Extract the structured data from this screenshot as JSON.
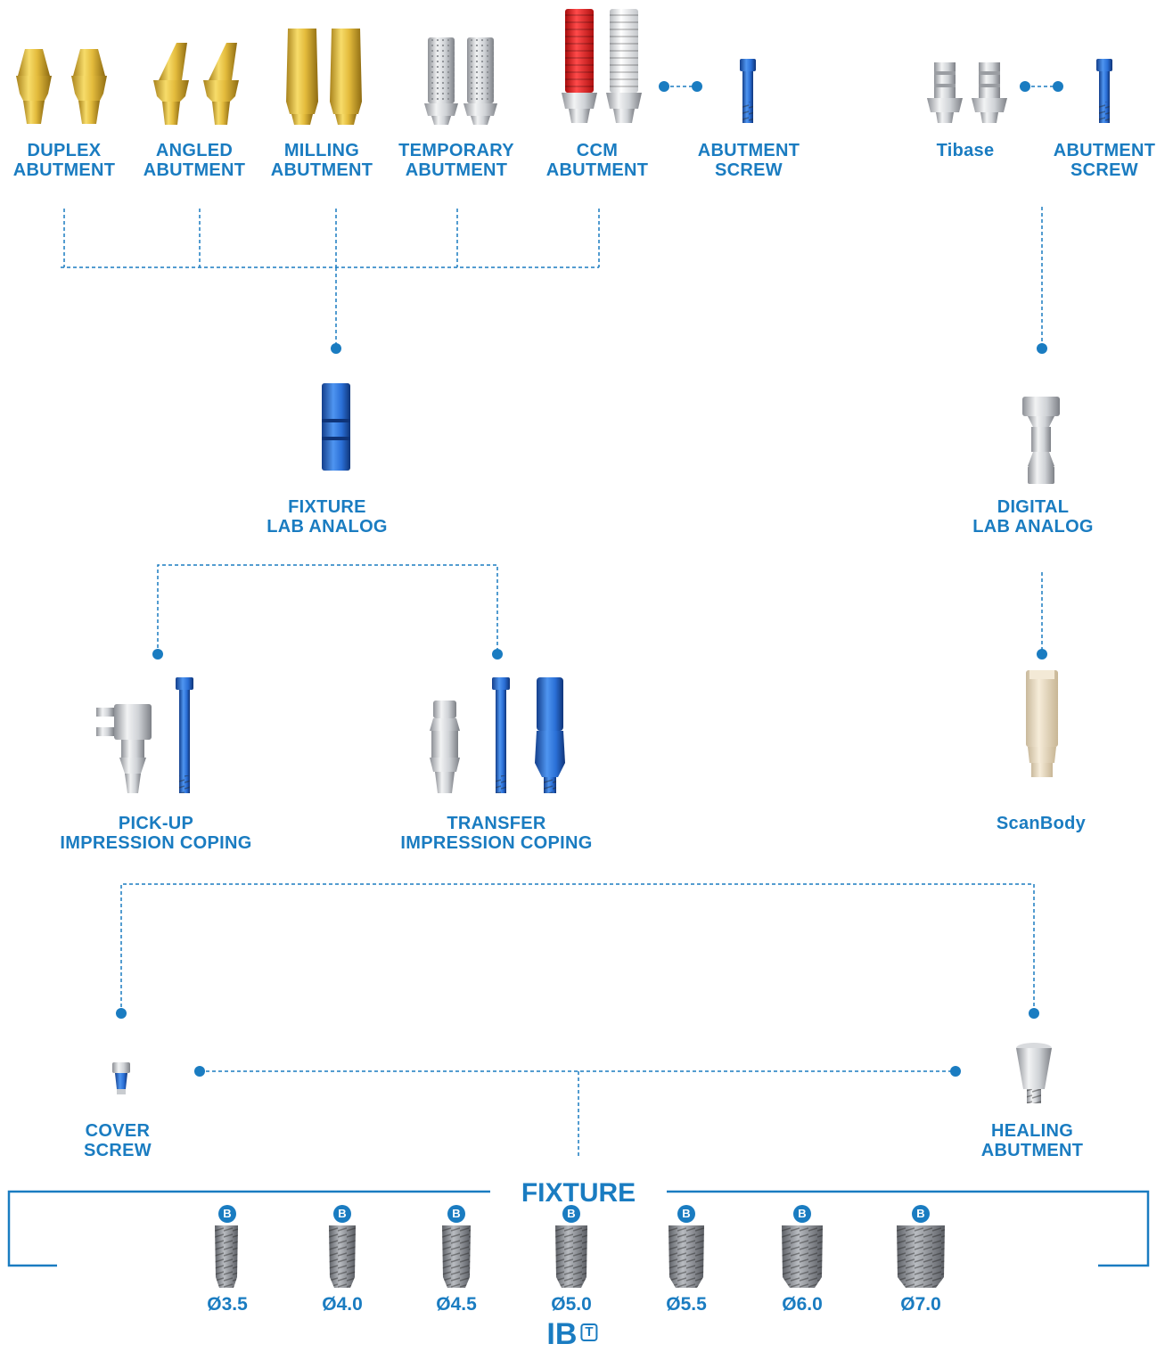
{
  "colors": {
    "accent": "#1a7cc1",
    "gold": "#d9b23a",
    "blue_part": "#2a6fd6",
    "silver": "#c9ccd0",
    "red": "#e02020",
    "ivory": "#e9dcc4"
  },
  "labels": {
    "duplex": [
      "DUPLEX",
      "ABUTMENT"
    ],
    "angled": [
      "ANGLED",
      "ABUTMENT"
    ],
    "milling": [
      "MILLING",
      "ABUTMENT"
    ],
    "temporary": [
      "TEMPORARY",
      "ABUTMENT"
    ],
    "ccm": [
      "CCM",
      "ABUTMENT"
    ],
    "abutment_screw_left": [
      "ABUTMENT",
      "SCREW"
    ],
    "tibase": [
      "Tibase"
    ],
    "abutment_screw_right": [
      "ABUTMENT",
      "SCREW"
    ],
    "fixture_lab_analog": [
      "FIXTURE",
      "LAB ANALOG"
    ],
    "digital_lab_analog": [
      "DIGITAL",
      "LAB ANALOG"
    ],
    "pickup_coping": [
      "PICK-UP",
      "IMPRESSION COPING"
    ],
    "transfer_coping": [
      "TRANSFER",
      "IMPRESSION COPING"
    ],
    "scanbody": [
      "ScanBody"
    ],
    "cover_screw": [
      "COVER",
      "SCREW"
    ],
    "healing_abutment": [
      "HEALING",
      "ABUTMENT"
    ]
  },
  "fixture": {
    "title": "FIXTURE",
    "badge": "B",
    "diameters": [
      "Ø3.5",
      "Ø4.0",
      "Ø4.5",
      "Ø5.0",
      "Ø5.5",
      "Ø6.0",
      "Ø7.0"
    ]
  },
  "brand": {
    "name": "IB",
    "mark": "T"
  }
}
